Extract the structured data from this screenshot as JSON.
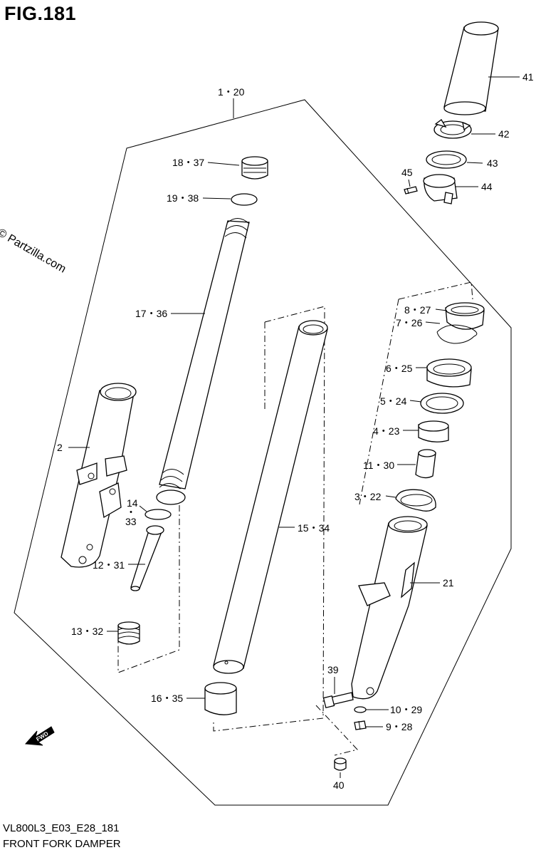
{
  "figure": {
    "title": "FIG.181",
    "copyright": "© Partzilla.com",
    "model_code": "VL800L3_E03_E28_181",
    "name": "FRONT FORK DAMPER",
    "fwd_label": "FWD"
  },
  "callouts": [
    {
      "id": "c1",
      "text": "1・20"
    },
    {
      "id": "c2",
      "text": "2"
    },
    {
      "id": "c3",
      "text": "3・22"
    },
    {
      "id": "c4",
      "text": "4・23"
    },
    {
      "id": "c5",
      "text": "5・24"
    },
    {
      "id": "c6",
      "text": "6・25"
    },
    {
      "id": "c7",
      "text": "7・26"
    },
    {
      "id": "c8",
      "text": "8・27"
    },
    {
      "id": "c9",
      "text": "9・28"
    },
    {
      "id": "c10",
      "text": "10・29"
    },
    {
      "id": "c11",
      "text": "11・30"
    },
    {
      "id": "c12",
      "text": "12・31"
    },
    {
      "id": "c13",
      "text": "13・32"
    },
    {
      "id": "c14",
      "text": "14"
    },
    {
      "id": "c14dot",
      "text": "・"
    },
    {
      "id": "c33",
      "text": "33"
    },
    {
      "id": "c15",
      "text": "15・34"
    },
    {
      "id": "c16",
      "text": "16・35"
    },
    {
      "id": "c17",
      "text": "17・36"
    },
    {
      "id": "c18",
      "text": "18・37"
    },
    {
      "id": "c19",
      "text": "19・38"
    },
    {
      "id": "c21",
      "text": "21"
    },
    {
      "id": "c39",
      "text": "39"
    },
    {
      "id": "c40",
      "text": "40"
    },
    {
      "id": "c41",
      "text": "41"
    },
    {
      "id": "c42",
      "text": "42"
    },
    {
      "id": "c43",
      "text": "43"
    },
    {
      "id": "c44",
      "text": "44"
    },
    {
      "id": "c45",
      "text": "45"
    }
  ]
}
